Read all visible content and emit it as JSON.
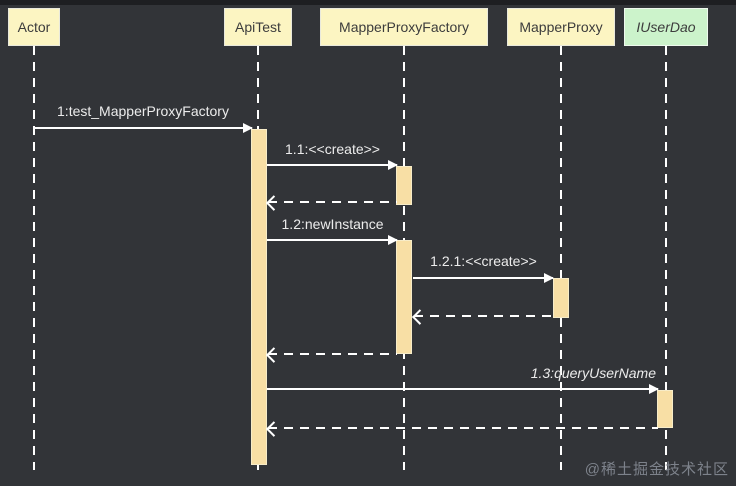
{
  "diagram": {
    "type": "uml-sequence",
    "participants": [
      {
        "id": "actor",
        "label": "Actor",
        "stereotype": "participant"
      },
      {
        "id": "apitest",
        "label": "ApiTest",
        "stereotype": "participant"
      },
      {
        "id": "mapperproxyfactory",
        "label": "MapperProxyFactory",
        "stereotype": "participant"
      },
      {
        "id": "mapperproxy",
        "label": "MapperProxy",
        "stereotype": "participant"
      },
      {
        "id": "iuserdao",
        "label": "IUserDao",
        "stereotype": "interface"
      }
    ],
    "messages": [
      {
        "label": "1:test_MapperProxyFactory",
        "from": "actor",
        "to": "apitest",
        "kind": "sync-call"
      },
      {
        "label": "1.1:<<create>>",
        "from": "apitest",
        "to": "mapperproxyfactory",
        "kind": "create"
      },
      {
        "label": "",
        "from": "mapperproxyfactory",
        "to": "apitest",
        "kind": "return"
      },
      {
        "label": "1.2:newInstance",
        "from": "apitest",
        "to": "mapperproxyfactory",
        "kind": "sync-call"
      },
      {
        "label": "1.2.1:<<create>>",
        "from": "mapperproxyfactory",
        "to": "mapperproxy",
        "kind": "create"
      },
      {
        "label": "",
        "from": "mapperproxy",
        "to": "mapperproxyfactory",
        "kind": "return"
      },
      {
        "label": "",
        "from": "mapperproxyfactory",
        "to": "apitest",
        "kind": "return"
      },
      {
        "label": "1.3:queryUserName",
        "from": "apitest",
        "to": "iuserdao",
        "kind": "sync-call-italic"
      },
      {
        "label": "",
        "from": "iuserdao",
        "to": "apitest",
        "kind": "return"
      }
    ],
    "colors": {
      "background": "#323438",
      "top_strip": "#1e1f22",
      "participant_fill": "#fcf5c2",
      "interface_fill": "#ccf3cb",
      "activation_fill": "#f8dfa5",
      "line": "#ffffff",
      "label_text": "#ececec",
      "participant_text": "#3c3c3c"
    }
  },
  "watermark": {
    "text": "@稀土掘金技术社区"
  }
}
